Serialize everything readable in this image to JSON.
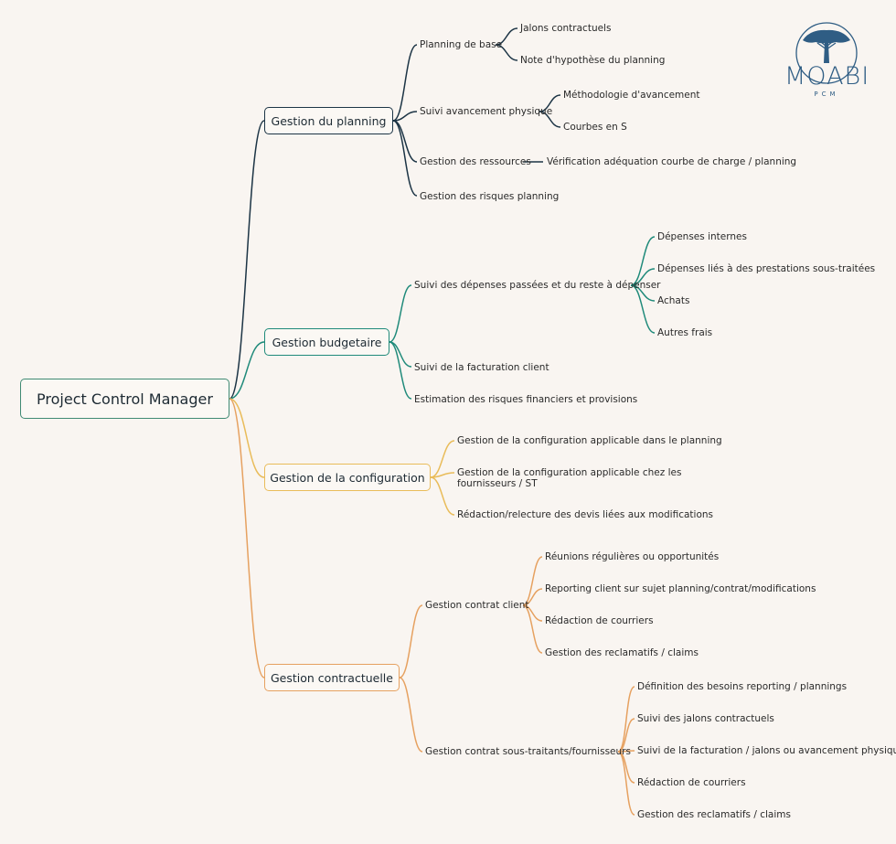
{
  "colors": {
    "planning": "#1c3445",
    "budget": "#1f8a7a",
    "config": "#e9bc5a",
    "contract": "#e6a160",
    "root_border": "#3f8a73",
    "logo": "#2f5d84"
  },
  "logo": {
    "name": "MOABI",
    "sub": "PCM"
  },
  "root": {
    "label": "Project Control Manager"
  },
  "branches": [
    {
      "label": "Gestion du planning",
      "children": [
        {
          "label": "Planning de base",
          "children": [
            {
              "label": "Jalons contractuels"
            },
            {
              "label": "Note d'hypothèse du planning"
            }
          ]
        },
        {
          "label": "Suivi avancement physique",
          "children": [
            {
              "label": "Méthodologie d'avancement"
            },
            {
              "label": "Courbes en S"
            }
          ]
        },
        {
          "label": "Gestion des ressources",
          "children": [
            {
              "label": "Vérification adéquation courbe de charge / planning"
            }
          ]
        },
        {
          "label": "Gestion des risques planning"
        }
      ]
    },
    {
      "label": "Gestion budgetaire",
      "children": [
        {
          "label": "Suivi des dépenses passées et du reste à dépenser",
          "children": [
            {
              "label": "Dépenses internes"
            },
            {
              "label": "Dépenses liés à des prestations sous-traitées"
            },
            {
              "label": "Achats"
            },
            {
              "label": "Autres frais"
            }
          ]
        },
        {
          "label": "Suivi de la facturation client"
        },
        {
          "label": "Estimation des risques financiers et provisions"
        }
      ]
    },
    {
      "label": "Gestion de la configuration",
      "children": [
        {
          "label": "Gestion de la configuration applicable dans le planning"
        },
        {
          "label": "Gestion de la configuration applicable chez les fournisseurs / ST"
        },
        {
          "label": "Rédaction/relecture des devis liées aux modifications"
        }
      ]
    },
    {
      "label": "Gestion contractuelle",
      "children": [
        {
          "label": "Gestion contrat client",
          "children": [
            {
              "label": "Réunions régulières ou opportunités"
            },
            {
              "label": "Reporting client sur sujet planning/contrat/modifications"
            },
            {
              "label": "Rédaction de courriers"
            },
            {
              "label": "Gestion des reclamatifs / claims"
            }
          ]
        },
        {
          "label": "Gestion contrat sous-traitants/fournisseurs",
          "children": [
            {
              "label": "Définition des besoins reporting / plannings"
            },
            {
              "label": "Suivi des jalons contractuels"
            },
            {
              "label": "Suivi de la facturation / jalons ou avancement physique"
            },
            {
              "label": "Rédaction de courriers"
            },
            {
              "label": "Gestion des reclamatifs / claims"
            }
          ]
        }
      ]
    }
  ]
}
